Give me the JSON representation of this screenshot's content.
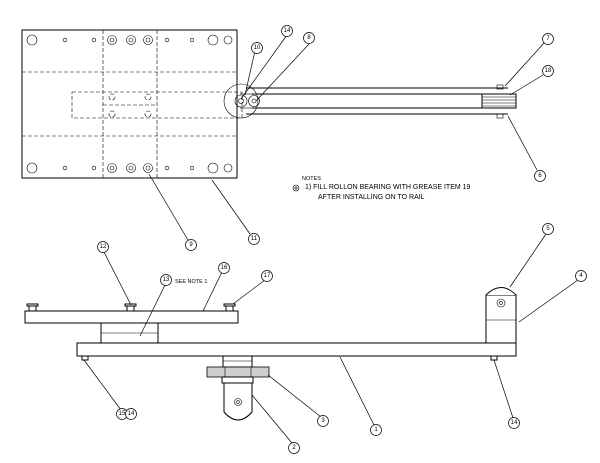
{
  "notes": {
    "heading": "NOTES",
    "line1": "1)  FILL ROLLON BEARING WITH GREASE ITEM 19",
    "line2": "AFTER INSTALLING ON TO RAIL"
  },
  "see_note": "SEE NOTE 1",
  "balloons": {
    "b1": "1",
    "b2": "2",
    "b3": "3",
    "b4": "4",
    "b5": "5",
    "b6": "6",
    "b7": "7",
    "b8": "8",
    "b9": "9",
    "b10": "10",
    "b11": "11",
    "b12": "12",
    "b13": "13",
    "b14_top": "14",
    "b14_bottom": "14",
    "b15": "15",
    "b14_pair": "14",
    "b16": "16",
    "b17": "17",
    "b18": "18"
  }
}
